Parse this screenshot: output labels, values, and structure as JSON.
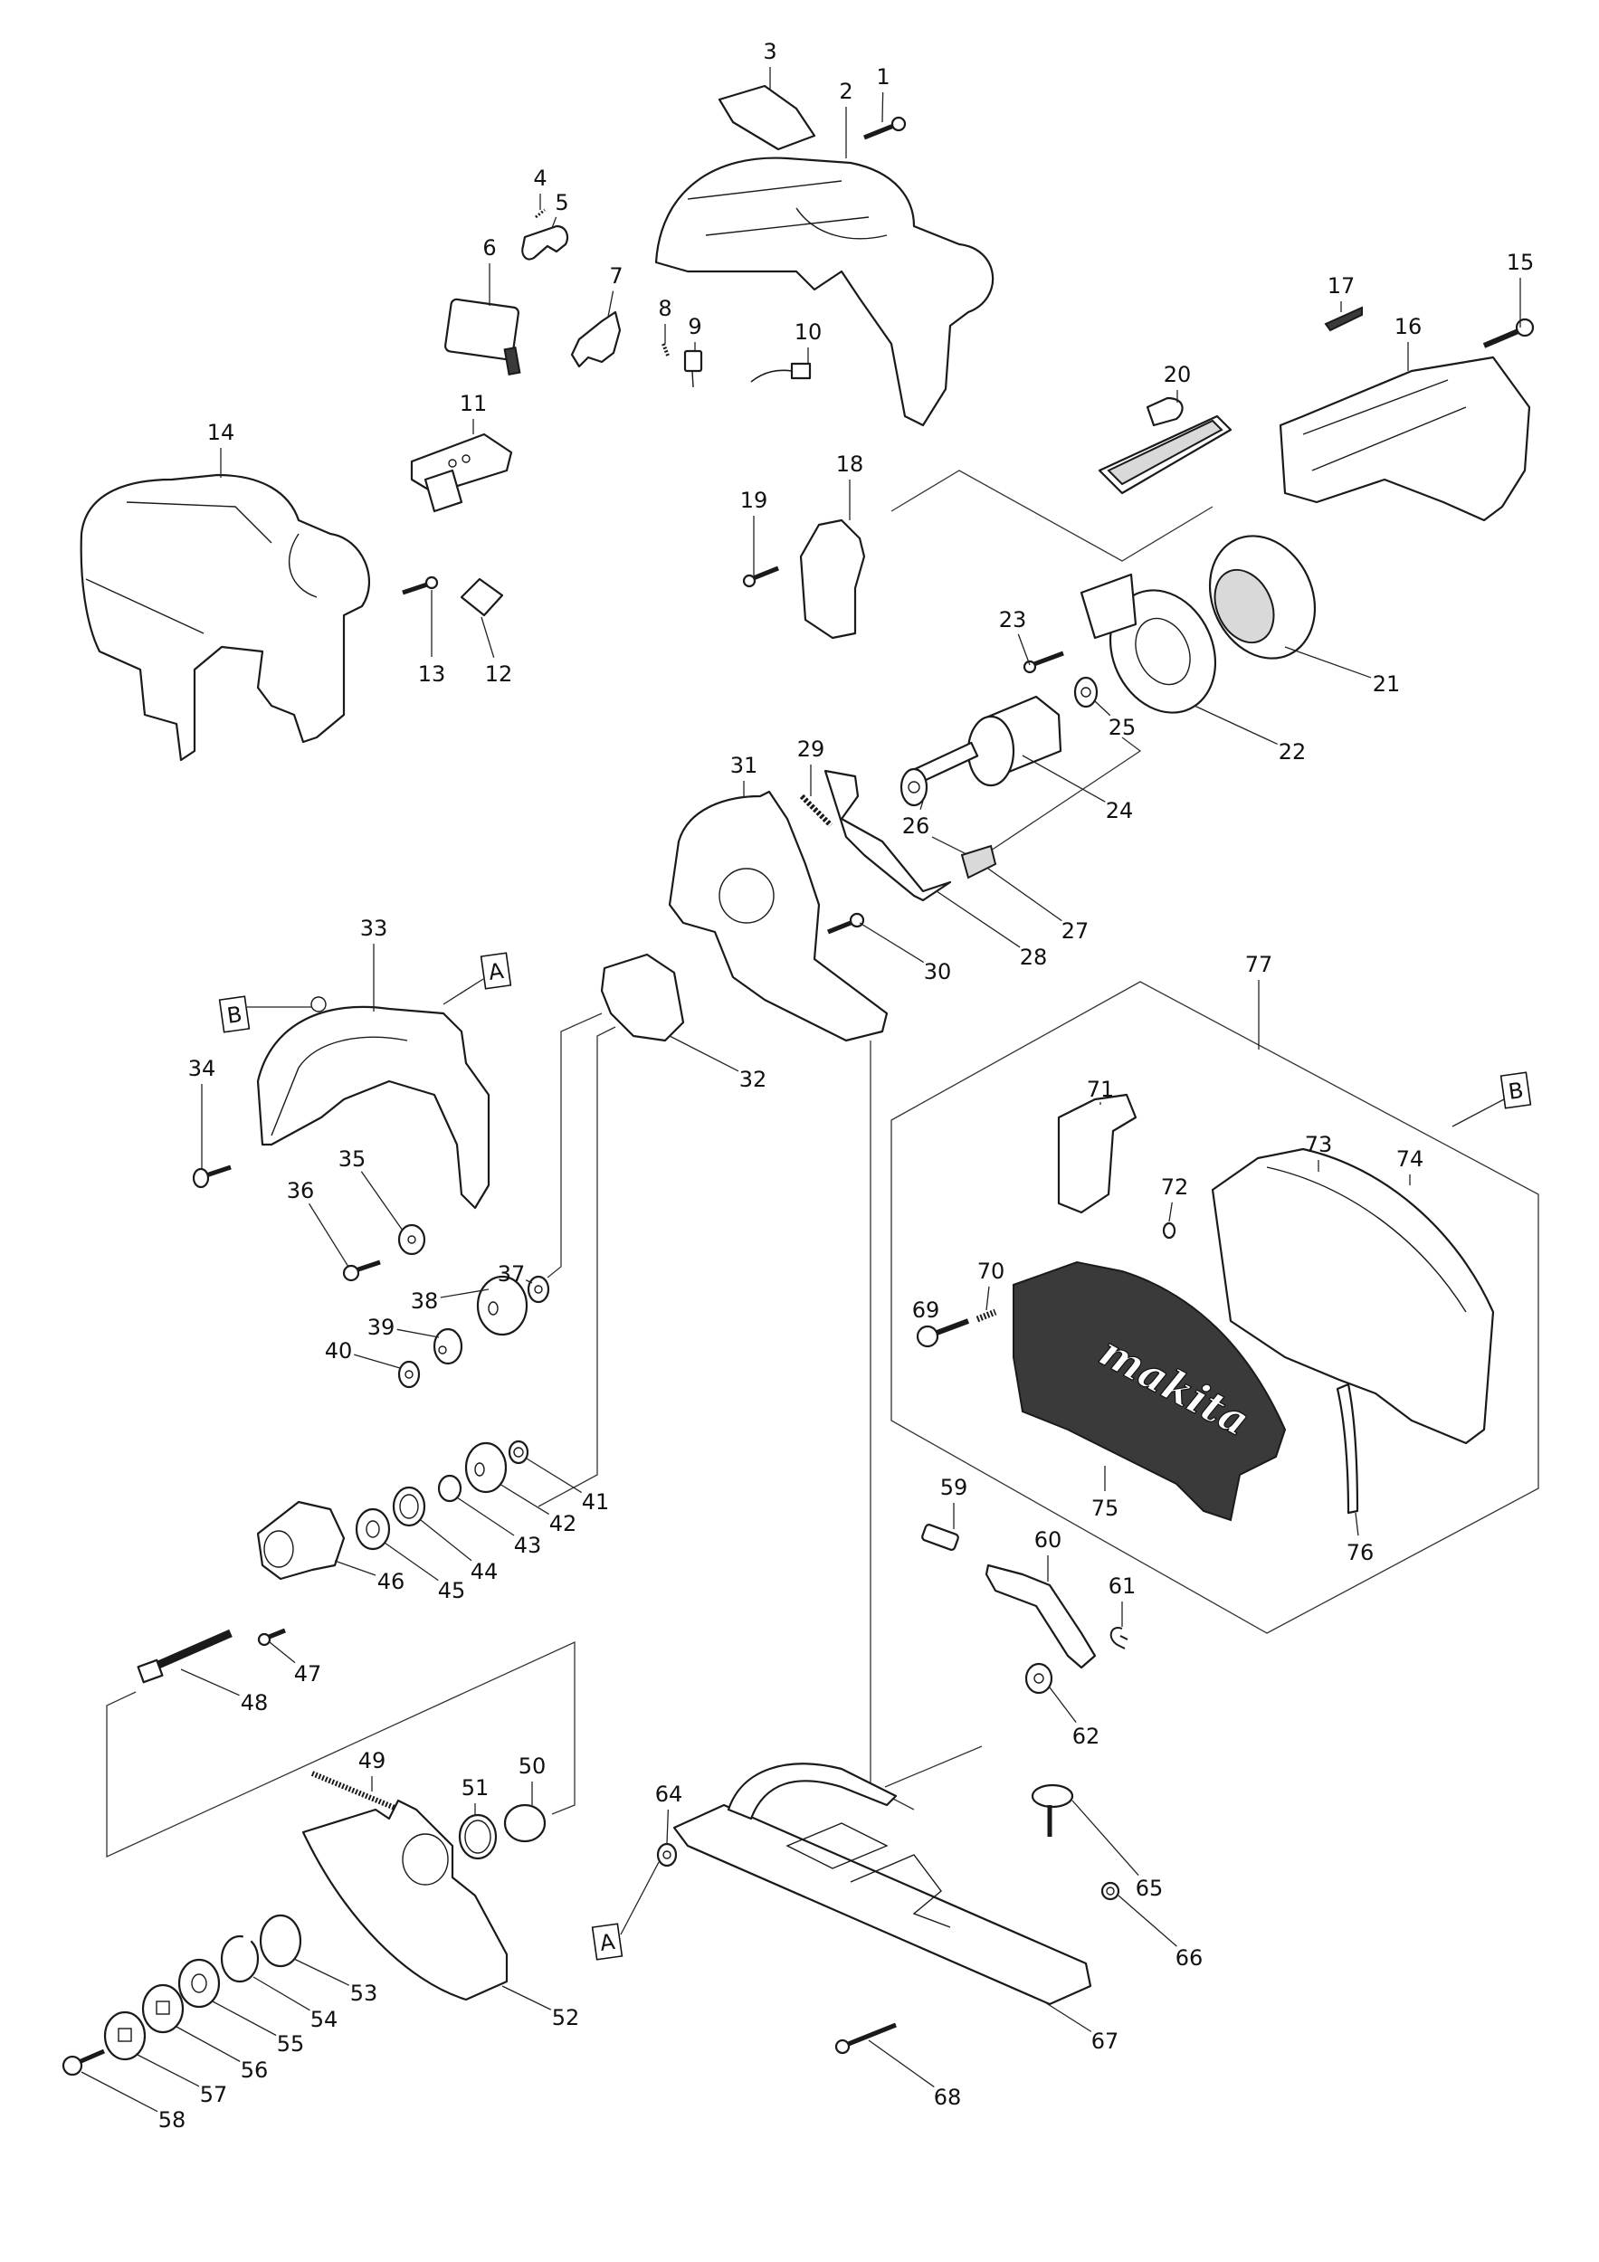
{
  "document": {
    "type": "exploded parts diagram",
    "brand_mark": "makita"
  },
  "parts": [
    {
      "no": "1"
    },
    {
      "no": "2"
    },
    {
      "no": "3"
    },
    {
      "no": "4"
    },
    {
      "no": "5"
    },
    {
      "no": "6"
    },
    {
      "no": "7"
    },
    {
      "no": "8"
    },
    {
      "no": "9"
    },
    {
      "no": "10"
    },
    {
      "no": "11"
    },
    {
      "no": "12"
    },
    {
      "no": "13"
    },
    {
      "no": "14"
    },
    {
      "no": "15"
    },
    {
      "no": "16"
    },
    {
      "no": "17"
    },
    {
      "no": "18"
    },
    {
      "no": "19"
    },
    {
      "no": "20"
    },
    {
      "no": "21"
    },
    {
      "no": "22"
    },
    {
      "no": "23"
    },
    {
      "no": "24"
    },
    {
      "no": "25"
    },
    {
      "no": "26"
    },
    {
      "no": "27"
    },
    {
      "no": "28"
    },
    {
      "no": "29"
    },
    {
      "no": "30"
    },
    {
      "no": "31"
    },
    {
      "no": "32"
    },
    {
      "no": "33"
    },
    {
      "no": "34"
    },
    {
      "no": "35"
    },
    {
      "no": "36"
    },
    {
      "no": "37"
    },
    {
      "no": "38"
    },
    {
      "no": "39"
    },
    {
      "no": "40"
    },
    {
      "no": "41"
    },
    {
      "no": "42"
    },
    {
      "no": "43"
    },
    {
      "no": "44"
    },
    {
      "no": "45"
    },
    {
      "no": "46"
    },
    {
      "no": "47"
    },
    {
      "no": "48"
    },
    {
      "no": "49"
    },
    {
      "no": "50"
    },
    {
      "no": "51"
    },
    {
      "no": "52"
    },
    {
      "no": "53"
    },
    {
      "no": "54"
    },
    {
      "no": "55"
    },
    {
      "no": "56"
    },
    {
      "no": "57"
    },
    {
      "no": "58"
    },
    {
      "no": "59"
    },
    {
      "no": "60"
    },
    {
      "no": "61"
    },
    {
      "no": "62"
    },
    {
      "no": "64"
    },
    {
      "no": "65"
    },
    {
      "no": "66"
    },
    {
      "no": "67"
    },
    {
      "no": "68"
    },
    {
      "no": "69"
    },
    {
      "no": "70"
    },
    {
      "no": "71"
    },
    {
      "no": "72"
    },
    {
      "no": "73"
    },
    {
      "no": "74"
    },
    {
      "no": "75"
    },
    {
      "no": "76"
    },
    {
      "no": "77"
    }
  ],
  "reference_markers": [
    {
      "label": "A",
      "context": "blade case top (33)"
    },
    {
      "label": "B",
      "context": "blade case top (33)"
    },
    {
      "label": "B",
      "context": "safety cover assembly (77)"
    },
    {
      "label": "A",
      "context": "base washer (64)"
    }
  ],
  "assembly_groups": [
    {
      "no": "77",
      "members": [
        "69",
        "70",
        "71",
        "72",
        "73",
        "74",
        "75",
        "76"
      ]
    }
  ]
}
